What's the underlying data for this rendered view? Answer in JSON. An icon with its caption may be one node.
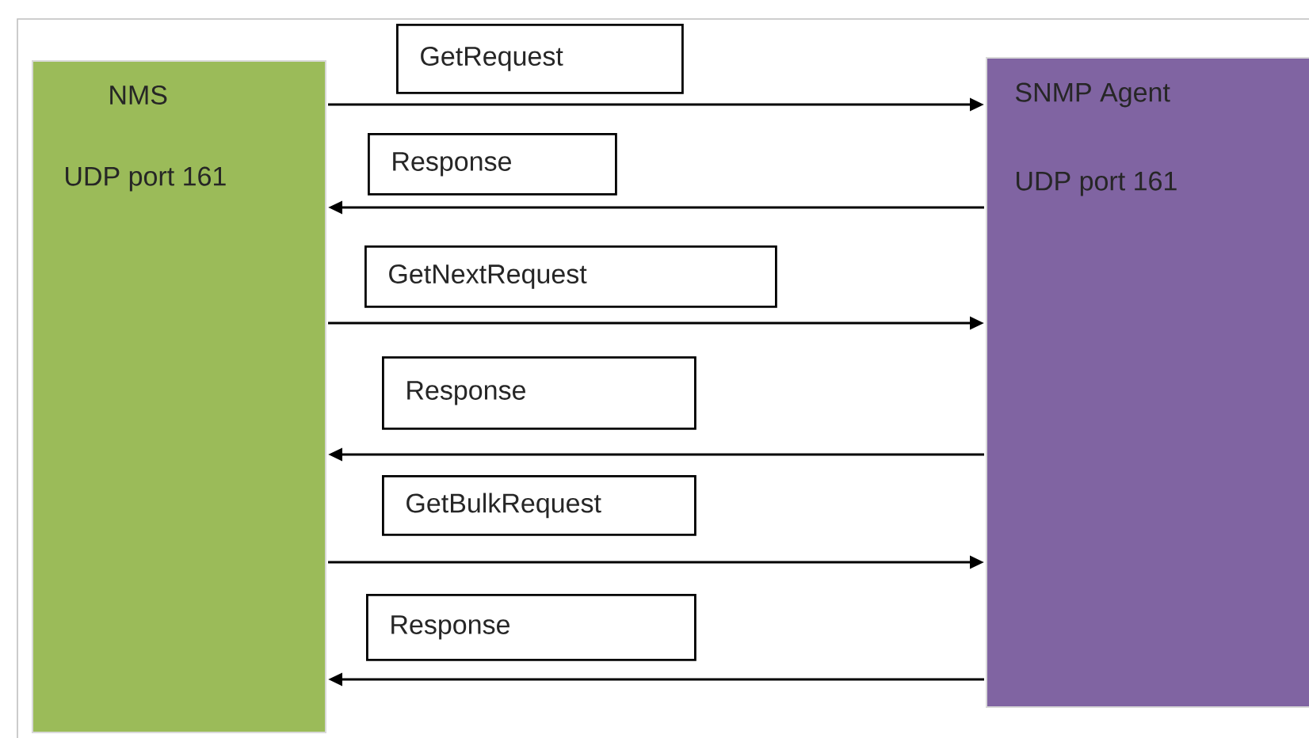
{
  "diagram": {
    "nodes": [
      {
        "text": [
          "NMS",
          "UDP port 161"
        ]
      },
      {
        "text": [
          "SNMP Agent",
          "UDP port 161"
        ]
      }
    ],
    "edges": [
      {
        "from": 0,
        "to": 1,
        "arrow": "to",
        "label": "GetRequest"
      },
      {
        "from": 1,
        "to": 0,
        "arrow": "to",
        "label": "Response"
      },
      {
        "from": 0,
        "to": 1,
        "arrow": "to",
        "label": "GetNextRequest"
      },
      {
        "from": 1,
        "to": 0,
        "arrow": "to",
        "label": "Response"
      },
      {
        "from": 0,
        "to": 1,
        "arrow": "to",
        "label": "GetBulkRequest"
      },
      {
        "from": 1,
        "to": 0,
        "arrow": "to",
        "label": "Response"
      }
    ]
  }
}
